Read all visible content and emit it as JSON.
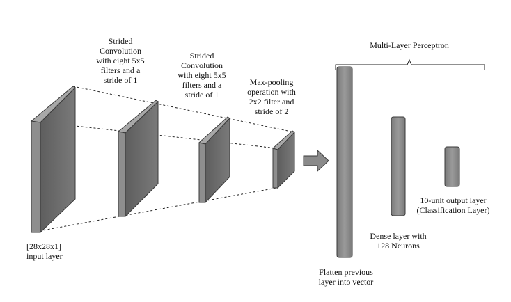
{
  "colors": {
    "block_front": "#6f6f6f",
    "block_side": "#8e8e8e",
    "block_top": "#a8a8a8",
    "outline": "#3a3a3a",
    "dashed_line": "#222222",
    "arrow_fill": "#8a8a8a"
  },
  "labels": {
    "conv1": "Strided\nConvolution\nwith eight 5x5\nfilters and a\nstride of 1",
    "conv2": "Strided\nConvolution\nwith eight 5x5\nfilters and a\nstride of 1",
    "pool": "Max-pooling\noperation with\n2x2 filter and\nstride of 2",
    "input": "[28x28x1]\ninput layer",
    "mlp_title": "Multi-Layer Perceptron",
    "flatten": "Flatten previous\nlayer into vector",
    "dense": "Dense layer with\n128 Neurons",
    "output": "10-unit output layer\n(Classification Layer)"
  }
}
